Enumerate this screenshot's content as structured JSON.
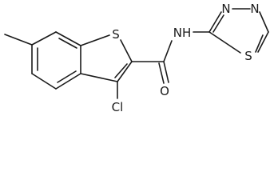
{
  "molecule": {
    "atoms": {
      "s_ring": "S",
      "nh": "NH",
      "o": "O",
      "cl": "Cl",
      "n_top_left": "N",
      "n_top_right": "N",
      "s_thiadiazole": "S"
    }
  }
}
